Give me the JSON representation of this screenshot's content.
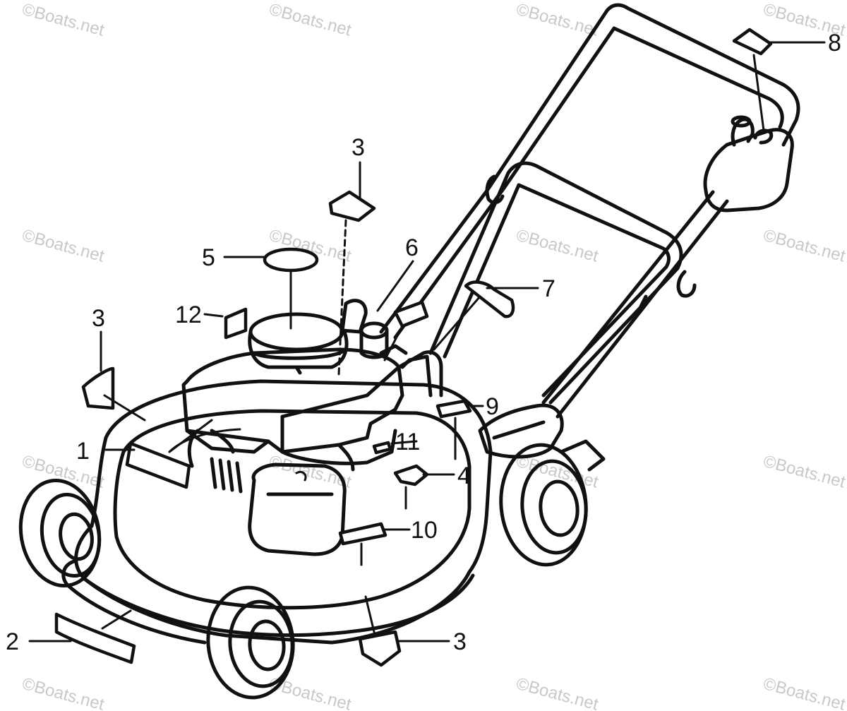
{
  "watermark": "©Boats.net",
  "callouts": {
    "c1": "1",
    "c2": "2",
    "c3": "3",
    "c4": "4",
    "c5": "5",
    "c6": "6",
    "c7": "7",
    "c8": "8",
    "c9": "9",
    "c10": "10",
    "c11": "11",
    "c12": "12"
  },
  "colors": {
    "line": "#111111",
    "background": "#ffffff",
    "watermark": "#c8c8c8"
  }
}
